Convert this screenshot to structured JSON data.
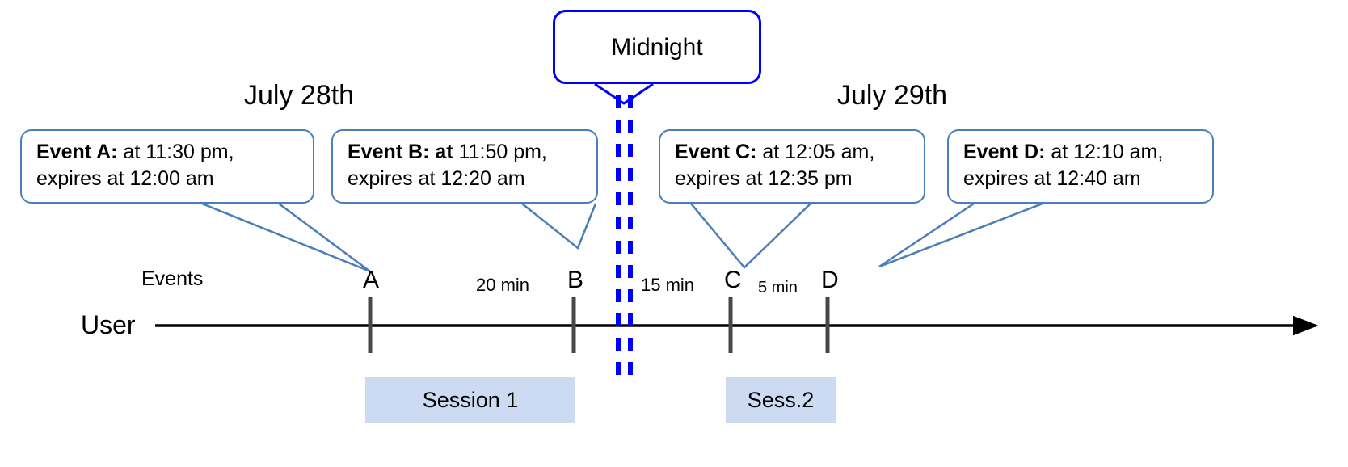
{
  "diagram": {
    "title": "Event expiry across midnight timeline",
    "colors": {
      "callout_border": "#4a7ebb",
      "midnight_border": "#0000ff",
      "midnight_dashed_line": "#0000ff",
      "session_fill": "#ccdaf2",
      "axis": "#000000",
      "marker": "#404040"
    }
  },
  "midnight": {
    "label": "Midnight"
  },
  "dates": {
    "left": "July 28th",
    "right": "July 29th"
  },
  "axis": {
    "user_label": "User",
    "events_label": "Events"
  },
  "callouts": [
    {
      "id": "event-a",
      "bold": "Event A:",
      "line1_rest": " at 11:30 pm,",
      "line2": "expires at 12:00 am"
    },
    {
      "id": "event-b",
      "bold": "Event B: at",
      "line1_rest": " 11:50 pm,",
      "line2": "expires at 12:20 am"
    },
    {
      "id": "event-c",
      "bold": "Event C:",
      "line1_rest": " at 12:05 am,",
      "line2": "expires at 12:35 pm"
    },
    {
      "id": "event-d",
      "bold": "Event D:",
      "line1_rest": "  at 12:10 am,",
      "line2": "expires at 12:40 am"
    }
  ],
  "markers": [
    {
      "id": "marker-a",
      "label": "A"
    },
    {
      "id": "marker-b",
      "label": "B"
    },
    {
      "id": "marker-c",
      "label": "C"
    },
    {
      "id": "marker-d",
      "label": "D"
    }
  ],
  "gaps": [
    {
      "id": "gap-a-b",
      "label": "20 min"
    },
    {
      "id": "gap-b-c",
      "label": "15 min"
    },
    {
      "id": "gap-c-d",
      "label": "5 min"
    }
  ],
  "sessions": [
    {
      "id": "session-1",
      "label": "Session 1"
    },
    {
      "id": "session-2",
      "label": "Sess.2"
    }
  ]
}
